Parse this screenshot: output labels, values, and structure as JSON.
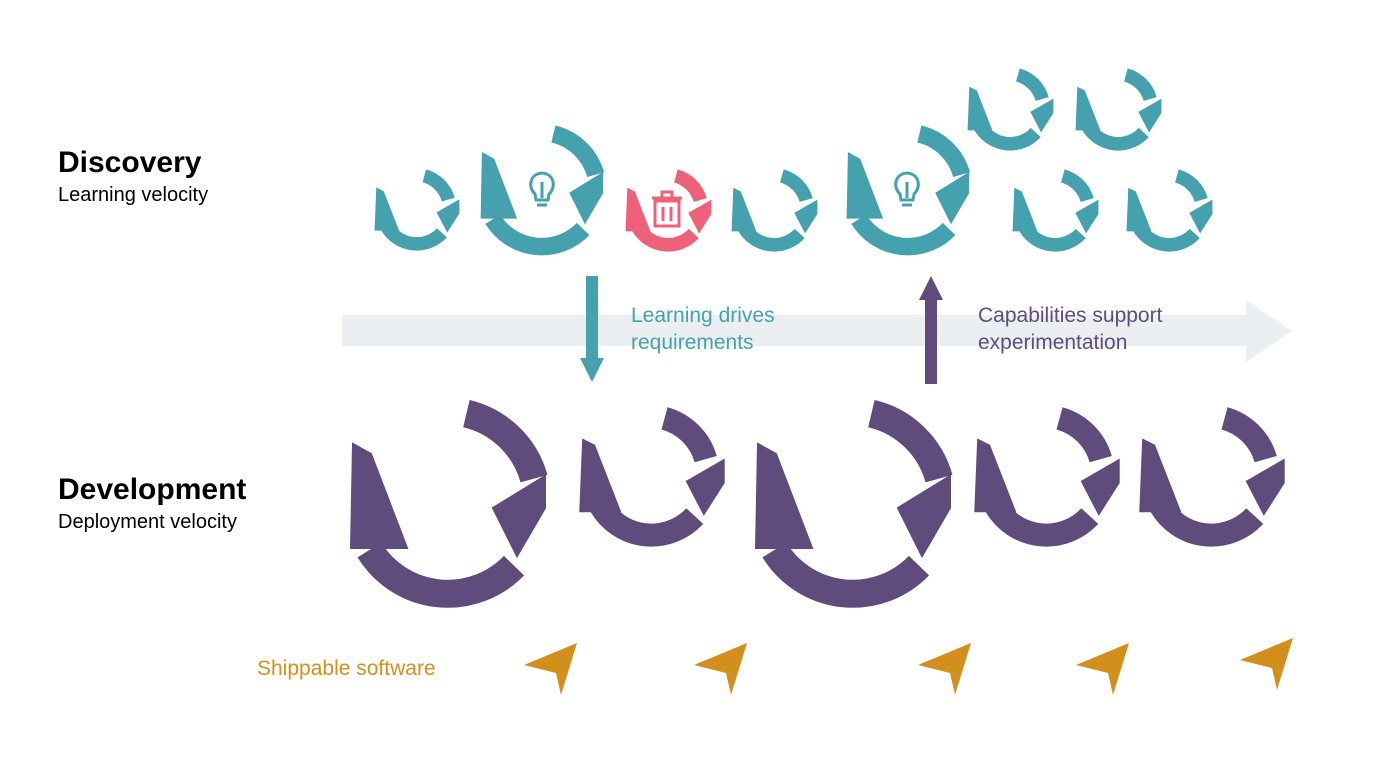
{
  "discovery": {
    "title": "Discovery",
    "subtitle": "Learning velocity"
  },
  "development": {
    "title": "Development",
    "subtitle": "Deployment velocity"
  },
  "notes": {
    "learning": [
      "Learning drives",
      "requirements"
    ],
    "capabilities": [
      "Capabilities support",
      "experimentation"
    ]
  },
  "shippable": {
    "label": "Shippable software"
  },
  "colors": {
    "teal": "#46A1AE",
    "purple": "#5F4C7C",
    "pink": "#EF6178",
    "gold": "#D38F1B",
    "timeline": "#ECEFF2"
  },
  "icons": {
    "discovery_cycle": "refresh-icon",
    "idea": "lightbulb-icon",
    "discard": "trash-icon",
    "development_cycle": "refresh-icon",
    "shipped": "paper-plane-icon"
  }
}
